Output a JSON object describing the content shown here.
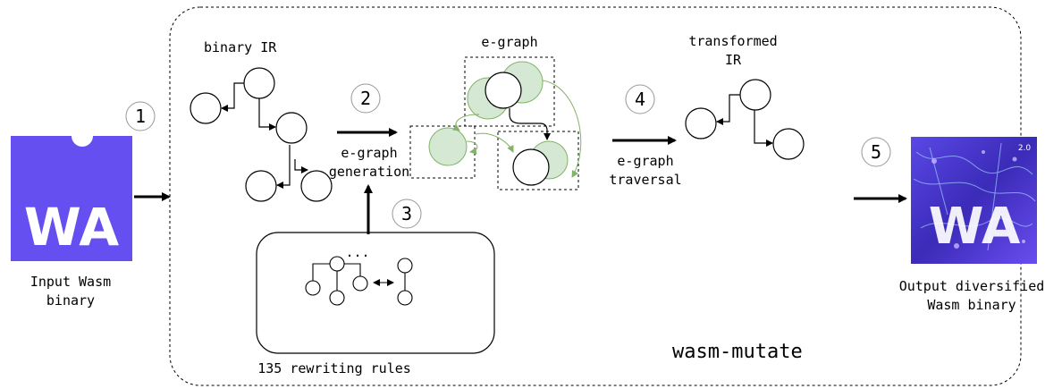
{
  "input": {
    "logo_text": "WA",
    "label_line1": "Input Wasm",
    "label_line2": "binary"
  },
  "output": {
    "logo_text": "WA",
    "badge_text": "2.0",
    "label_line1": "Output diversified",
    "label_line2": "Wasm binary"
  },
  "tool_name": "wasm-mutate",
  "steps": [
    {
      "number": "1"
    },
    {
      "number": "2",
      "label_line1": "e-graph",
      "label_line2": "generation"
    },
    {
      "number": "3",
      "label": "135 rewriting rules",
      "ellipsis": "..."
    },
    {
      "number": "4",
      "label_line1": "e-graph",
      "label_line2": "traversal"
    },
    {
      "number": "5"
    }
  ],
  "binary_ir": {
    "title": "binary IR"
  },
  "egraph": {
    "title": "e-graph"
  },
  "transformed_ir": {
    "title_line1": "transformed",
    "title_line2": "IR"
  },
  "colors": {
    "wasm_purple": "#654ff0",
    "eclass_fill": "#d5e8d4",
    "eclass_stroke": "#82b366",
    "step_circle": "#999999"
  }
}
